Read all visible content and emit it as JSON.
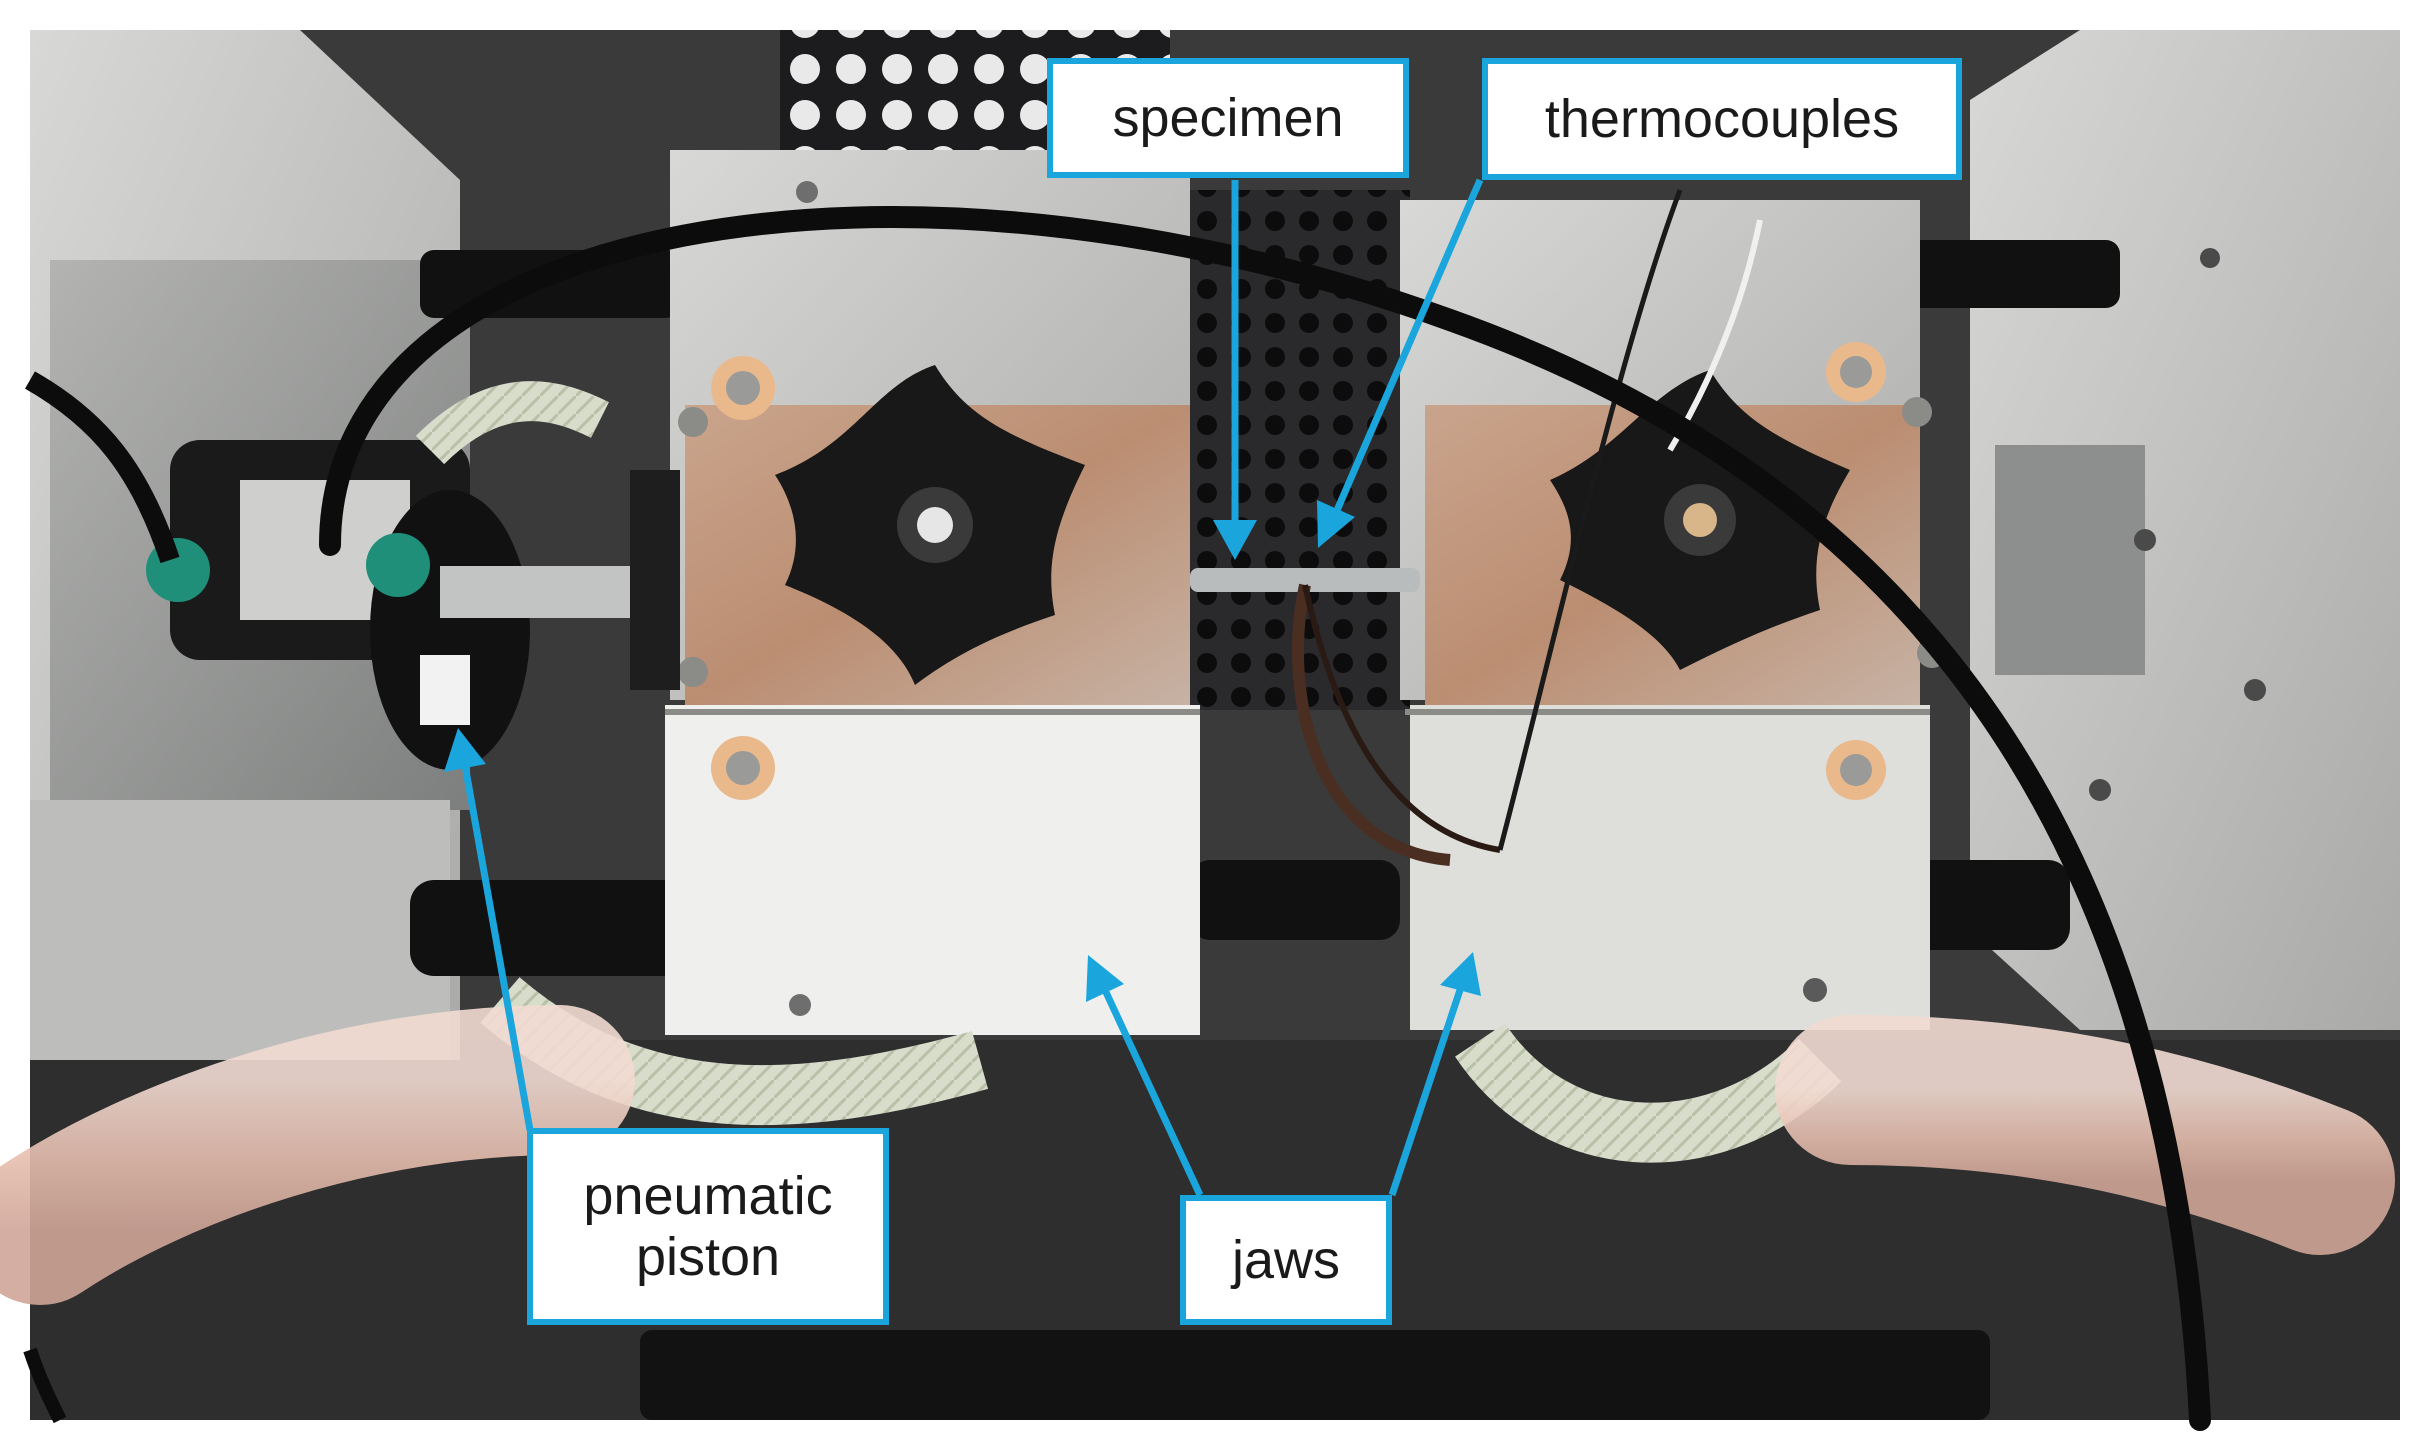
{
  "labels": {
    "specimen": "specimen",
    "thermocouples": "thermocouples",
    "pneumatic_piston": [
      "pneumatic",
      "piston"
    ],
    "jaws": "jaws"
  },
  "colors": {
    "callout_border": "#1aa6dd",
    "arrow": "#1aa6dd",
    "callout_text": "#1a1a1a"
  }
}
